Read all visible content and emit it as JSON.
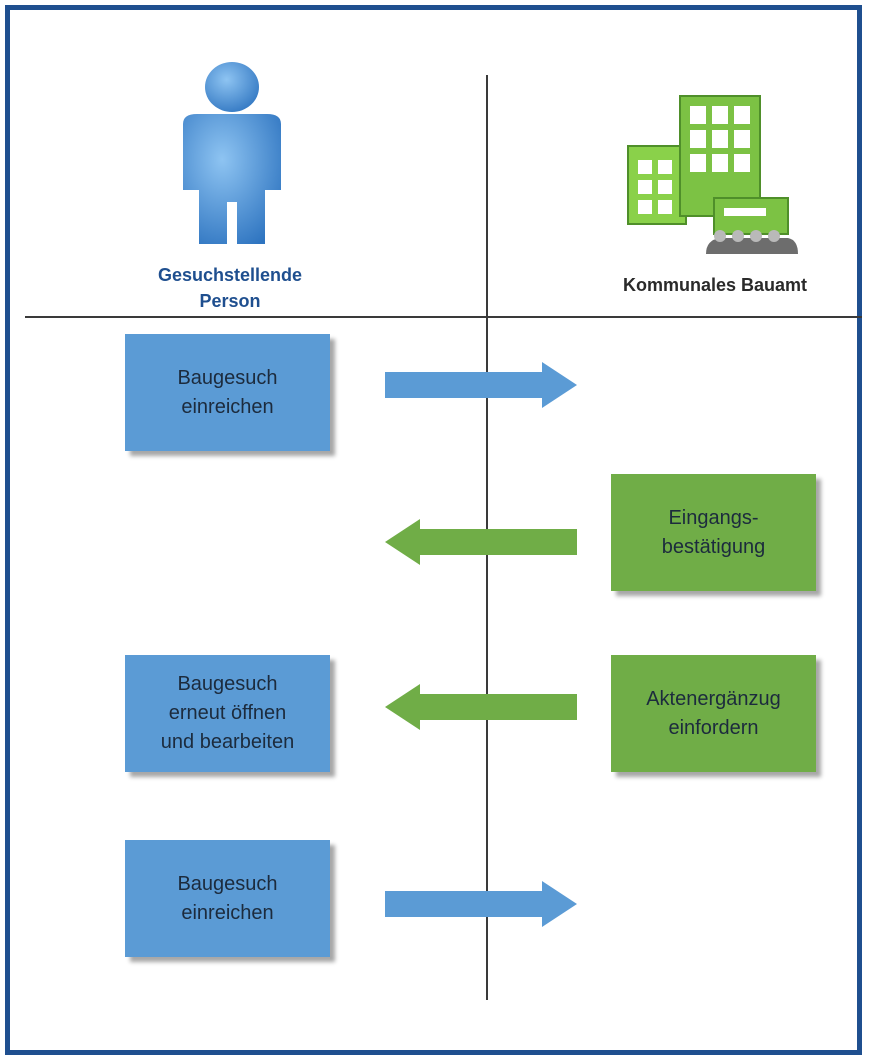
{
  "actors": {
    "left": {
      "label": "Gesuchstellende\nPerson",
      "icon": "person-icon",
      "color": "#1f4f8f"
    },
    "right": {
      "label": "Kommunales Bauamt",
      "icon": "building-icon",
      "color": "#2a2a2a"
    }
  },
  "colors": {
    "frame": "#1f4f8f",
    "applicant_box": "#5b9bd5",
    "authority_box": "#70ad47",
    "arrow_to_authority": "#5b9bd5",
    "arrow_to_applicant": "#70ad47"
  },
  "steps": [
    {
      "actor": "left",
      "text": "Baugesuch\neinreichen",
      "arrow": "right"
    },
    {
      "actor": "right",
      "text": "Eingangs-\nbestätigung",
      "arrow": "left"
    },
    {
      "actor": "right",
      "text": "Aktenergänzug\neinfordern",
      "arrow": "left"
    },
    {
      "actor": "left",
      "text": "Baugesuch\nerneut öffnen\nund bearbeiten",
      "arrow": "none"
    },
    {
      "actor": "left",
      "text": "Baugesuch\neinreichen",
      "arrow": "right"
    }
  ]
}
